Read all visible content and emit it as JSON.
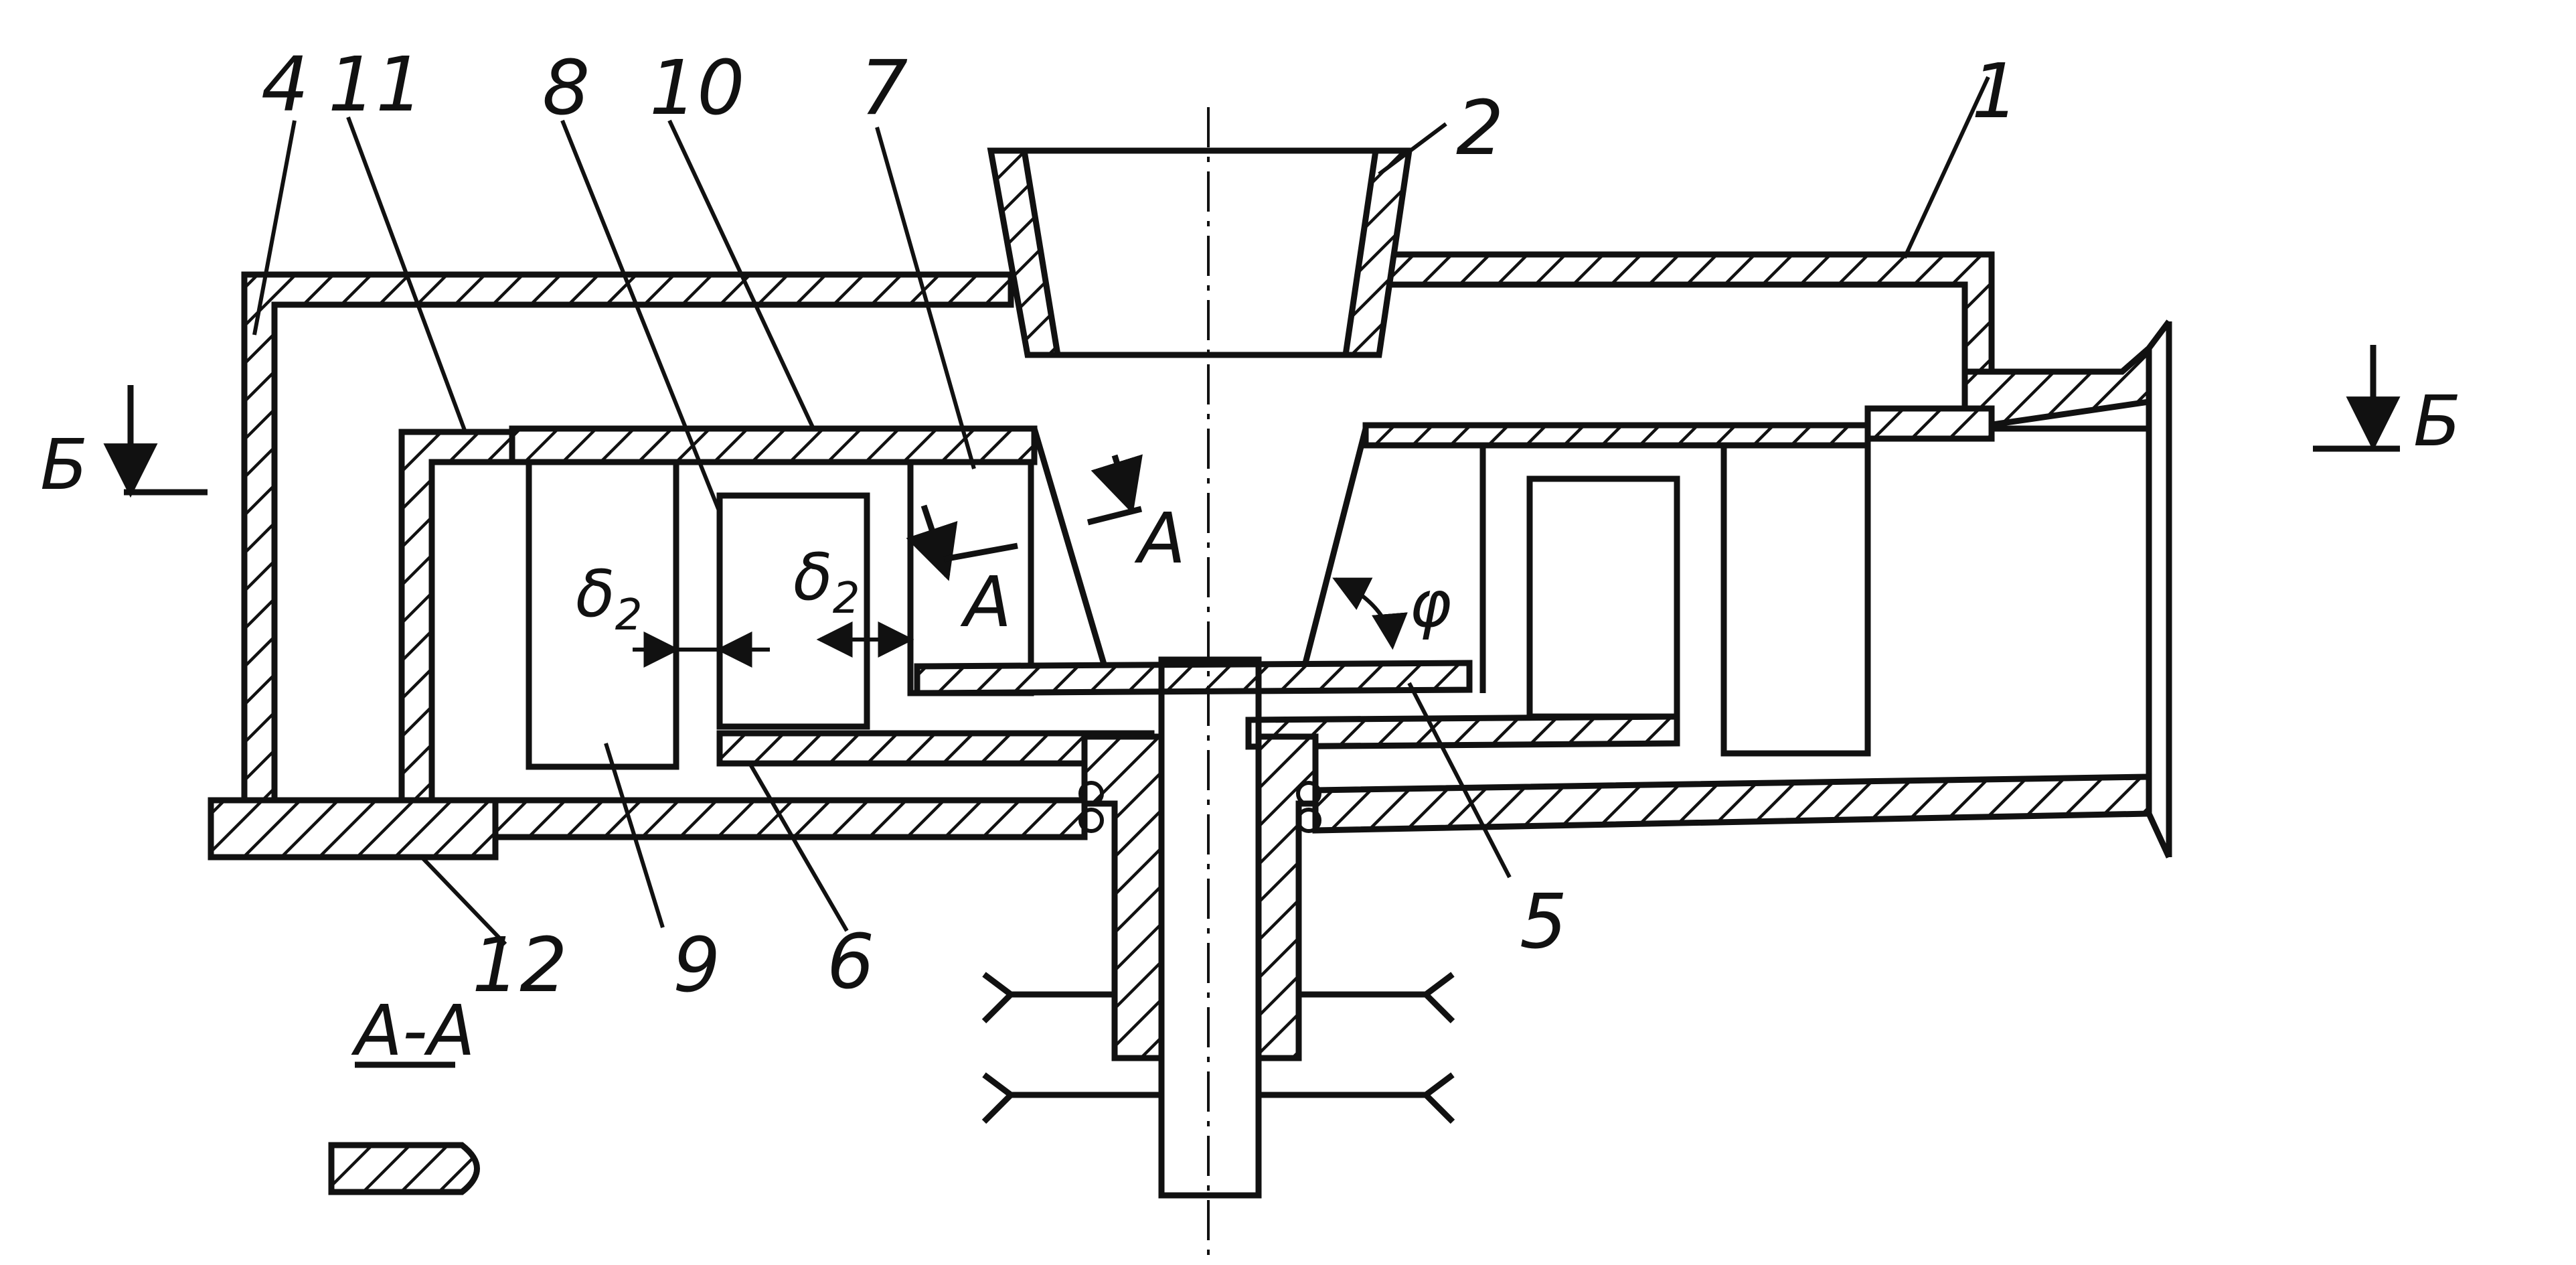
{
  "labels": {
    "housing": "1",
    "hopper": "2",
    "outer_wall": "4",
    "disk_upper": "5",
    "disk_lower": "6",
    "cone": "7",
    "ring_8": "8",
    "ring_9": "9",
    "ring_10": "10",
    "lid_11": "11",
    "flange_12": "12"
  },
  "section_marks": {
    "b_left": "Б",
    "b_right": "Б",
    "a_upper": "A",
    "a_lower": "A",
    "a_view": "A-A"
  },
  "symbols": {
    "gap_main": "δ",
    "gap_sub": "2",
    "angle": "φ"
  },
  "colors": {
    "ink": "#111111",
    "paper": "#ffffff"
  }
}
